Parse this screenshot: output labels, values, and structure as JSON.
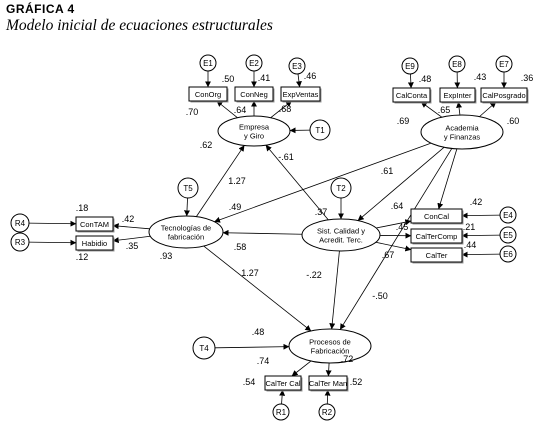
{
  "header": {
    "figure_number": "GRÁFICA 4",
    "title": "Modelo inicial de ecuaciones estructurales"
  },
  "nodes": [
    {
      "id": "E1",
      "kind": "circle",
      "label": [
        "E1"
      ]
    },
    {
      "id": "E2",
      "kind": "circle",
      "label": [
        "E2"
      ]
    },
    {
      "id": "E3",
      "kind": "circle",
      "label": [
        "E3"
      ]
    },
    {
      "id": "E9",
      "kind": "circle",
      "label": [
        "E9"
      ]
    },
    {
      "id": "E8",
      "kind": "circle",
      "label": [
        "E8"
      ]
    },
    {
      "id": "E7",
      "kind": "circle",
      "label": [
        "E7"
      ]
    },
    {
      "id": "T1",
      "kind": "circle",
      "label": [
        "T1"
      ]
    },
    {
      "id": "T5",
      "kind": "circle",
      "label": [
        "T5"
      ]
    },
    {
      "id": "T2",
      "kind": "circle",
      "label": [
        "T2"
      ]
    },
    {
      "id": "T4",
      "kind": "circle",
      "label": [
        "T4"
      ]
    },
    {
      "id": "R4",
      "kind": "circle",
      "label": [
        "R4"
      ]
    },
    {
      "id": "R3",
      "kind": "circle",
      "label": [
        "R3"
      ]
    },
    {
      "id": "E4",
      "kind": "circle",
      "label": [
        "E4"
      ]
    },
    {
      "id": "E5",
      "kind": "circle",
      "label": [
        "E5"
      ]
    },
    {
      "id": "E6",
      "kind": "circle",
      "label": [
        "E6"
      ]
    },
    {
      "id": "R1",
      "kind": "circle",
      "label": [
        "R1"
      ]
    },
    {
      "id": "R2",
      "kind": "circle",
      "label": [
        "R2"
      ]
    },
    {
      "id": "ConOrg",
      "kind": "box",
      "label": [
        "ConOrg"
      ]
    },
    {
      "id": "ConNeg",
      "kind": "box",
      "label": [
        "ConNeg"
      ]
    },
    {
      "id": "ExpVentas",
      "kind": "box",
      "label": [
        "ExpVentas"
      ]
    },
    {
      "id": "CalConta",
      "kind": "box",
      "label": [
        "CalConta"
      ]
    },
    {
      "id": "ExpInter",
      "kind": "box",
      "label": [
        "ExpInter"
      ]
    },
    {
      "id": "CalPosgrado",
      "kind": "box",
      "label": [
        "CalPosgrado"
      ]
    },
    {
      "id": "ConTAM",
      "kind": "box",
      "label": [
        "ConTAM"
      ]
    },
    {
      "id": "Habidio",
      "kind": "box",
      "label": [
        "Habidio"
      ]
    },
    {
      "id": "ConCal",
      "kind": "box",
      "label": [
        "ConCal"
      ]
    },
    {
      "id": "CalTerComp",
      "kind": "box",
      "label": [
        "CalTerComp"
      ]
    },
    {
      "id": "CalTer",
      "kind": "box",
      "label": [
        "CalTer"
      ]
    },
    {
      "id": "CalTerCal",
      "kind": "box",
      "label": [
        "CalTer Cal"
      ]
    },
    {
      "id": "CalTerMan",
      "kind": "box",
      "label": [
        "CalTer Man"
      ]
    },
    {
      "id": "EmpresaGiro",
      "kind": "ellipse",
      "label": [
        "Empresa",
        "y Giro"
      ]
    },
    {
      "id": "Academia",
      "kind": "ellipse",
      "label": [
        "Academia",
        "y Finanzas"
      ]
    },
    {
      "id": "Tecnologias",
      "kind": "ellipse",
      "label": [
        "Tecnologías de",
        "fabricación"
      ]
    },
    {
      "id": "SistCalidad",
      "kind": "ellipse",
      "label": [
        "Sist. Calidad y",
        "Acredit. Terc."
      ]
    },
    {
      "id": "Procesos",
      "kind": "ellipse",
      "label": [
        "Procesos de",
        "Fabricación"
      ]
    }
  ],
  "edges": [
    {
      "from": "E1",
      "to": "ConOrg"
    },
    {
      "from": "E2",
      "to": "ConNeg"
    },
    {
      "from": "E3",
      "to": "ExpVentas"
    },
    {
      "from": "EmpresaGiro",
      "to": "ConOrg"
    },
    {
      "from": "EmpresaGiro",
      "to": "ConNeg"
    },
    {
      "from": "EmpresaGiro",
      "to": "ExpVentas"
    },
    {
      "from": "T1",
      "to": "EmpresaGiro"
    },
    {
      "from": "E9",
      "to": "CalConta"
    },
    {
      "from": "E8",
      "to": "ExpInter"
    },
    {
      "from": "E7",
      "to": "CalPosgrado"
    },
    {
      "from": "Academia",
      "to": "CalConta"
    },
    {
      "from": "Academia",
      "to": "ExpInter"
    },
    {
      "from": "Academia",
      "to": "CalPosgrado"
    },
    {
      "from": "Tecnologias",
      "to": "EmpresaGiro"
    },
    {
      "from": "SistCalidad",
      "to": "EmpresaGiro"
    },
    {
      "from": "T5",
      "to": "Tecnologias"
    },
    {
      "from": "Academia",
      "to": "Tecnologias"
    },
    {
      "from": "Academia",
      "to": "SistCalidad"
    },
    {
      "from": "Academia",
      "to": "ConCal"
    },
    {
      "from": "Academia",
      "to": "Procesos"
    },
    {
      "from": "T2",
      "to": "SistCalidad"
    },
    {
      "from": "SistCalidad",
      "to": "Tecnologias"
    },
    {
      "from": "Tecnologias",
      "to": "ConTAM"
    },
    {
      "from": "Tecnologias",
      "to": "Habidio"
    },
    {
      "from": "R4",
      "to": "ConTAM"
    },
    {
      "from": "R3",
      "to": "Habidio"
    },
    {
      "from": "SistCalidad",
      "to": "ConCal"
    },
    {
      "from": "SistCalidad",
      "to": "CalTerComp"
    },
    {
      "from": "SistCalidad",
      "to": "CalTer"
    },
    {
      "from": "E4",
      "to": "ConCal"
    },
    {
      "from": "E5",
      "to": "CalTerComp"
    },
    {
      "from": "E6",
      "to": "CalTer"
    },
    {
      "from": "Tecnologias",
      "to": "Procesos"
    },
    {
      "from": "SistCalidad",
      "to": "Procesos"
    },
    {
      "from": "T4",
      "to": "Procesos"
    },
    {
      "from": "Procesos",
      "to": "CalTerCal"
    },
    {
      "from": "Procesos",
      "to": "CalTerMan"
    },
    {
      "from": "R1",
      "to": "CalTerCal"
    },
    {
      "from": "R2",
      "to": "CalTerMan"
    }
  ],
  "coefficients": [
    ".50",
    ".41",
    ".46",
    ".70",
    ".64",
    ".68",
    ".62",
    "-.61",
    ".48",
    ".65",
    ".43",
    ".36",
    ".69",
    ".60",
    "1.27",
    ".49",
    ".37",
    ".61",
    ".64",
    ".18",
    ".42",
    ".35",
    ".12",
    ".58",
    ".93",
    ".42",
    ".45",
    ".21",
    ".44",
    ".67",
    "1.27",
    "-.22",
    "-.50",
    ".48",
    ".74",
    ".72",
    ".54",
    ".52"
  ]
}
